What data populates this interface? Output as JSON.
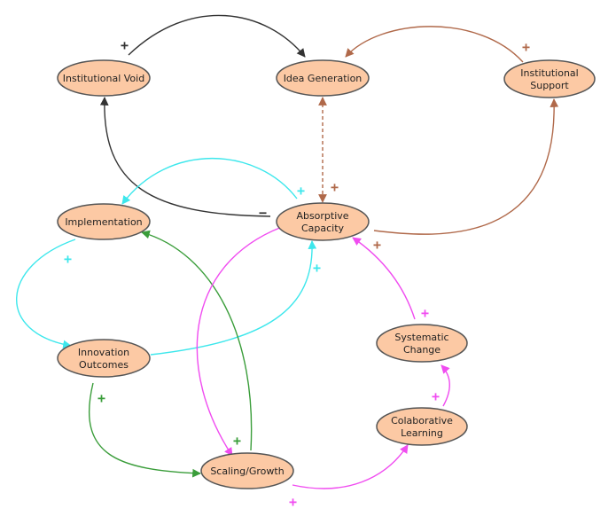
{
  "nodes": {
    "institutional_void": "Institutional Void",
    "idea_generation": "Idea Generation",
    "institutional_support": [
      "Institutional",
      "Support"
    ],
    "absorptive_capacity": [
      "Absorptive",
      "Capacity"
    ],
    "implementation": "Implementation",
    "innovation_outcomes": [
      "Innovation",
      "Outcomes"
    ],
    "systematic_change": [
      "Systematic",
      "Change"
    ],
    "collaborative_learning": [
      "Colaborative",
      "Learning"
    ],
    "scaling_growth": "Scaling/Growth"
  },
  "signs": {
    "void_to_idea": "+",
    "support_to_idea": "+",
    "idea_absorptive": "+",
    "absorptive_to_void": "−",
    "absorptive_to_implementation": "+",
    "implementation_to_outcomes": "+",
    "outcomes_to_absorptive": "+",
    "absorptive_to_support": "+",
    "systematic_to_absorptive": "+",
    "learning_to_systematic": "+",
    "scaling_to_learning": "+",
    "outcomes_to_scaling": "+",
    "scaling_to_implementation": "+"
  },
  "colors": {
    "node_fill": "#fcc9a4",
    "node_stroke": "#555555",
    "black": "#333333",
    "brown": "#b0694a",
    "cyan": "#3de7ec",
    "green": "#3a9d3a",
    "magenta": "#f04cf0"
  }
}
